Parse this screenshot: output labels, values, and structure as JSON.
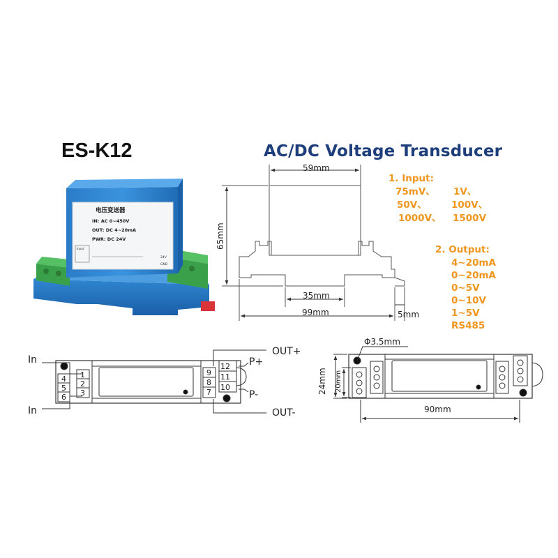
{
  "model": "ES-K12",
  "title": "AC/DC Voltage Transducer",
  "device_label": {
    "name": "电压变送器",
    "input": "IN: AC 0~450V",
    "output": "OUT: DC 4~20mA",
    "power": "PWR: DC 24V",
    "term_input": "Input",
    "term_24v": "24V",
    "term_gnd": "GND"
  },
  "specs": {
    "input_title": "1. Input:",
    "input_values": [
      "75mV、",
      "1V、",
      "50V、",
      "100V、",
      "1000V、",
      "1500V"
    ],
    "output_title": "2. Output:",
    "output_values": [
      "4~20mA",
      "0~20mA",
      "0~5V",
      "0~10V",
      "1~5V",
      "RS485"
    ]
  },
  "front_view": {
    "width": "59mm",
    "height": "65mm",
    "rail": "35mm",
    "depth": "99mm",
    "clip": "5mm"
  },
  "wiring": {
    "in_top": "In",
    "in_bottom": "In",
    "left_outer": [
      "4",
      "5",
      "6"
    ],
    "left_inner": [
      "1",
      "2",
      "3"
    ],
    "right_inner": [
      "9",
      "8",
      "7"
    ],
    "right_outer": [
      "12",
      "11",
      "10"
    ],
    "p_plus": "P+",
    "p_minus": "P-",
    "out_plus": "OUT+",
    "out_minus": "OUT-"
  },
  "top_view": {
    "hole": "Φ3.5mm",
    "outer_height": "24mm",
    "inner_height": "20mm",
    "length": "90mm"
  },
  "colors": {
    "title": "#1e3d7b",
    "spec": "#f0961e",
    "housing": "#2f86d0",
    "terminal": "#3aa14a"
  }
}
